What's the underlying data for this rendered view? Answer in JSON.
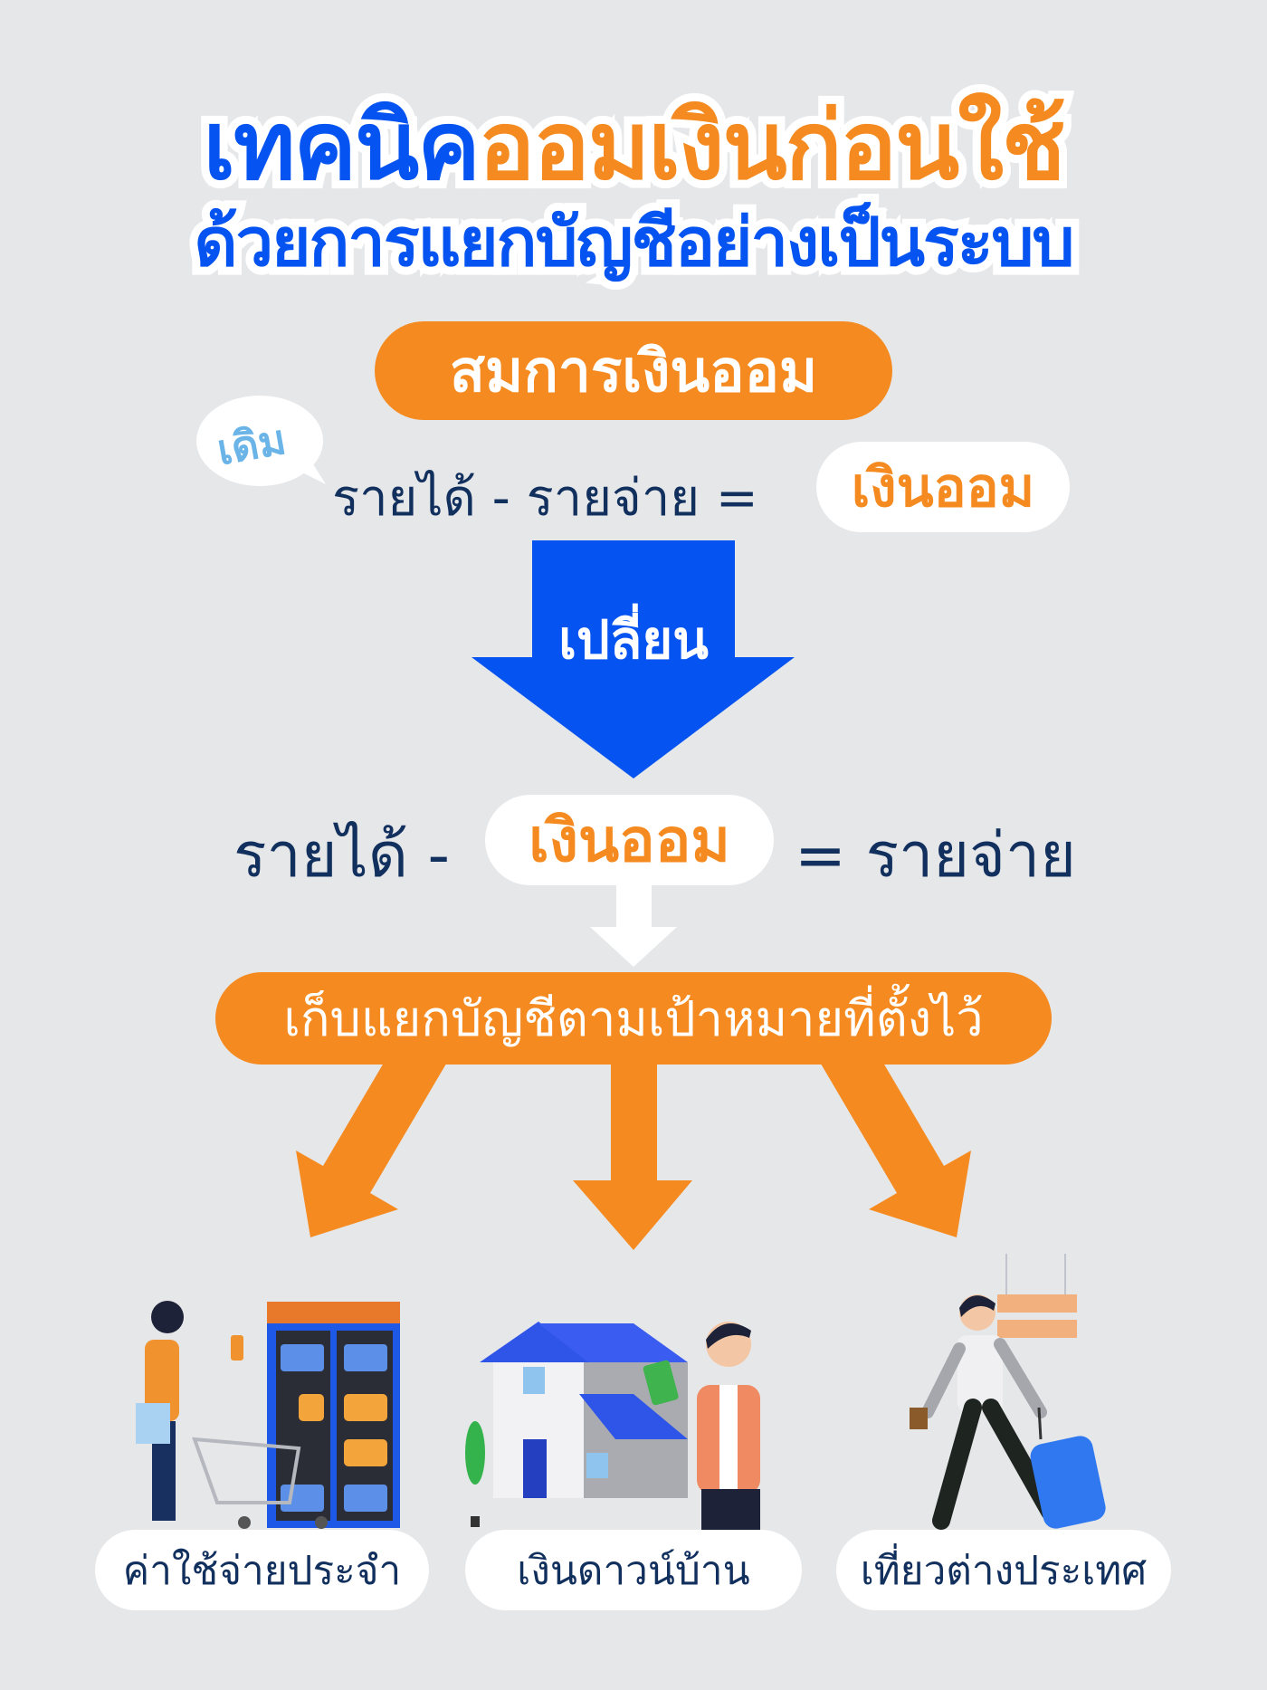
{
  "title": {
    "line1_blue": "เทคนิค",
    "line1_orange": "ออมเงินก่อนใช้",
    "line2": "ด้วยการแยกบัญชีอย่างเป็นระบบ"
  },
  "equation_header": "สมการเงินออม",
  "old_bubble": "เดิม",
  "old_formula": {
    "left": "รายได้ - รายจ่าย =",
    "result": "เงินออม"
  },
  "change_arrow_label": "เปลี่ยน",
  "new_formula": {
    "left": "รายได้ -",
    "savings": "เงินออม",
    "right": "= รายจ่าย"
  },
  "goal_banner": "เก็บแยกบัญชีตามเป้าหมายที่ตั้งไว้",
  "goals": [
    {
      "label": "ค่าใช้จ่ายประจำ",
      "icon": "shopping-cart-icon"
    },
    {
      "label": "เงินดาวน์บ้าน",
      "icon": "house-icon"
    },
    {
      "label": "เที่ยวต่างประเทศ",
      "icon": "travel-suitcase-icon"
    }
  ],
  "colors": {
    "blue": "#0553f0",
    "orange": "#f58b20",
    "navy": "#12305e",
    "background": "#e6e7e9"
  }
}
